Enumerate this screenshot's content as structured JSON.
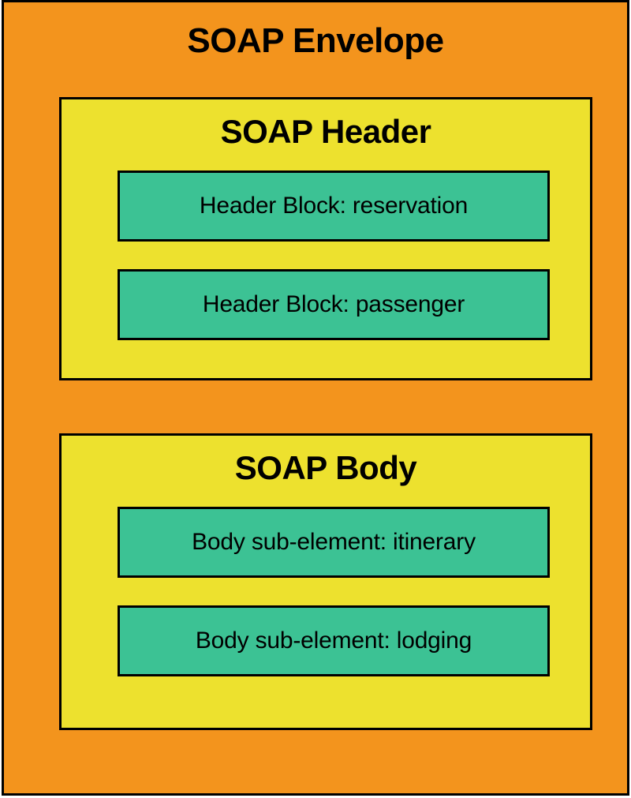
{
  "diagram": {
    "type": "nested-box-diagram",
    "title": "SOAP Envelope",
    "colors": {
      "envelope_fill": "#F3941D",
      "section_fill": "#EDE12E",
      "block_fill": "#3CC294",
      "border": "#000000",
      "text": "#000000",
      "page_background": "#FFFFFF"
    },
    "envelope": {
      "label": "SOAP Envelope",
      "sections": [
        {
          "id": "soap-header",
          "label": "SOAP Header",
          "blocks": [
            {
              "id": "header-block-reservation",
              "label": "Header Block: reservation"
            },
            {
              "id": "header-block-passenger",
              "label": "Header Block: passenger"
            }
          ]
        },
        {
          "id": "soap-body",
          "label": "SOAP Body",
          "blocks": [
            {
              "id": "body-sub-element-itinerary",
              "label": "Body sub-element: itinerary"
            },
            {
              "id": "body-sub-element-lodging",
              "label": "Body sub-element: lodging"
            }
          ]
        }
      ]
    }
  }
}
